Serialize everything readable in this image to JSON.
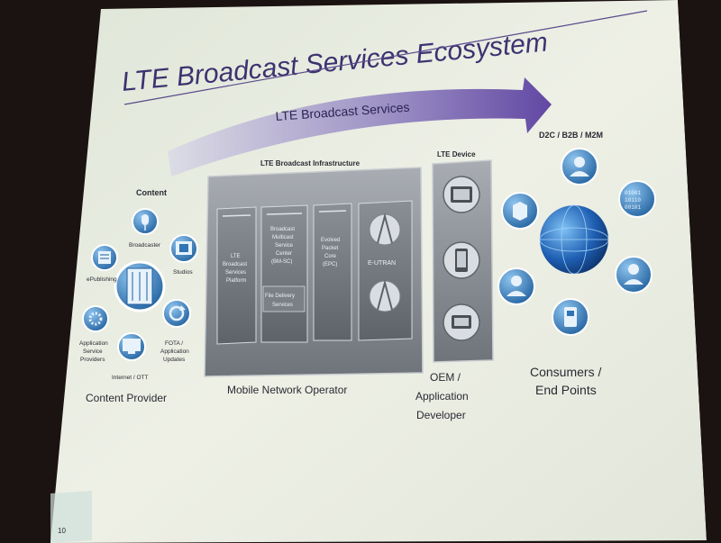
{
  "slide": {
    "title": "LTE Broadcast Services Ecosystem",
    "arrow_label": "LTE Broadcast Services",
    "slide_number": "10"
  },
  "content_provider": {
    "heading": "Content",
    "labels": {
      "broadcaster": "Broadcaster",
      "epublishing": "ePublishing",
      "studios": "Studios",
      "asp": [
        "Application",
        "Service",
        "Providers"
      ],
      "internet": "Internet / OTT",
      "fota": [
        "FOTA /",
        "Application",
        "Updates"
      ]
    },
    "caption": "Content Provider"
  },
  "operator": {
    "heading": "LTE Broadcast Infrastructure",
    "blocks": {
      "platform": [
        "LTE",
        "Broadcast",
        "Services",
        "Platform"
      ],
      "bmsc": [
        "Broadcast",
        "Multicast",
        "Service",
        "Center",
        "(BM-SC)"
      ],
      "file_delivery": [
        "File Delivery",
        "Services"
      ],
      "epc": [
        "Evolved",
        "Packet",
        "Core",
        "(EPC)"
      ],
      "eutran": "E-UTRAN"
    },
    "caption": "Mobile Network Operator"
  },
  "device": {
    "heading": "LTE Device",
    "caption": [
      "OEM /",
      "Application",
      "Developer"
    ]
  },
  "consumers": {
    "heading": "D2C / B2B / M2M",
    "caption": [
      "Consumers /",
      "End Points"
    ]
  },
  "colors": {
    "slide_bg": "#e6ebde",
    "accent_purple": "#5a4a8c",
    "icon_blue": "#2f74b5",
    "panel_gray": "#8f949a"
  }
}
